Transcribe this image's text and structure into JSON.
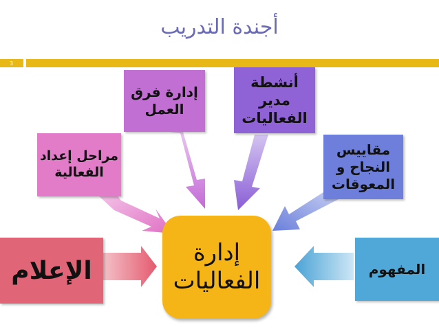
{
  "title": "أجندة التدريب",
  "slide_number": "3",
  "center": {
    "label": "إدارة الفعاليات",
    "color": "#f5b516"
  },
  "boxes": {
    "media": {
      "label": "الإعلام",
      "color": "#e06577"
    },
    "prep": {
      "label": "مراحل إعداد الفعالية",
      "color": "#e27cc8"
    },
    "team": {
      "label": "إدارة فرق العمل",
      "color": "#c26fd4"
    },
    "manager": {
      "label": "أنشطة مدير الفعاليات",
      "color": "#8f63d6"
    },
    "metrics": {
      "label": "مقاييس النجاح و المعوقات",
      "color": "#6d7fda"
    },
    "concept": {
      "label": "المفهوم",
      "color": "#4fa8d8"
    }
  },
  "colors": {
    "accent_bar": "#e8b817",
    "title_text": "#6b6bb5"
  }
}
